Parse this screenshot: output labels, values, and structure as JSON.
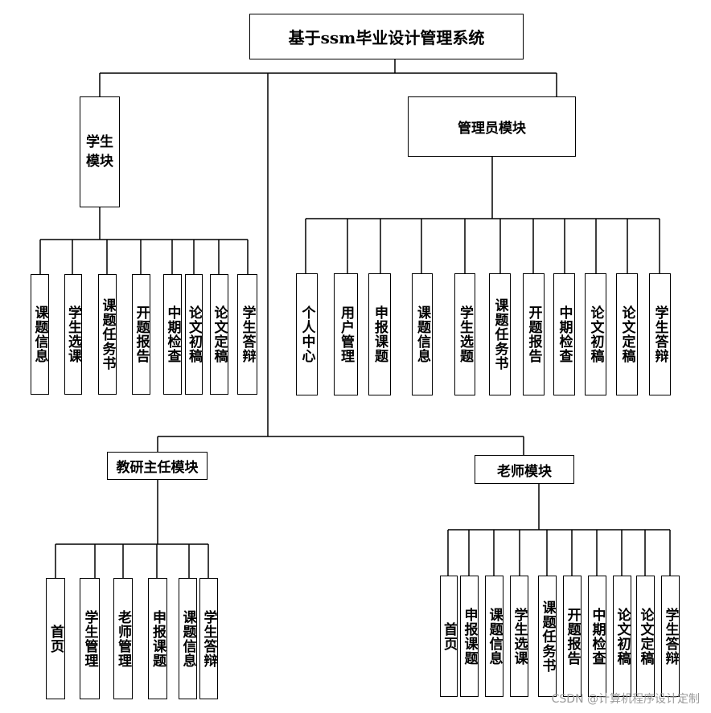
{
  "title": "基于ssm毕业设计管理系统",
  "modules": {
    "student": {
      "label": "学生\n模块",
      "leaves": [
        "课题信息",
        "学生选课",
        "课题任务书",
        "开题报告",
        "中期检查",
        "论文初稿",
        "论文定稿",
        "学生答辩"
      ]
    },
    "admin": {
      "label": "管理员模块",
      "leaves": [
        "个人中心",
        "用户管理",
        "申报课题",
        "课题信息",
        "学生选题",
        "课题任务书",
        "开题报告",
        "中期检查",
        "论文初稿",
        "论文定稿",
        "学生答辩"
      ]
    },
    "director": {
      "label": "教研主任模块",
      "leaves": [
        "首页",
        "学生管理",
        "老师管理",
        "申报课题",
        "课题信息",
        "学生答辩"
      ]
    },
    "teacher": {
      "label": "老师模块",
      "leaves": [
        "首页",
        "申报课题",
        "课题信息",
        "学生选课",
        "课题任务书",
        "开题报告",
        "中期检查",
        "论文初稿",
        "论文定稿",
        "学生答辩"
      ]
    }
  },
  "watermark": "CSDN @计算机程序设计定制"
}
